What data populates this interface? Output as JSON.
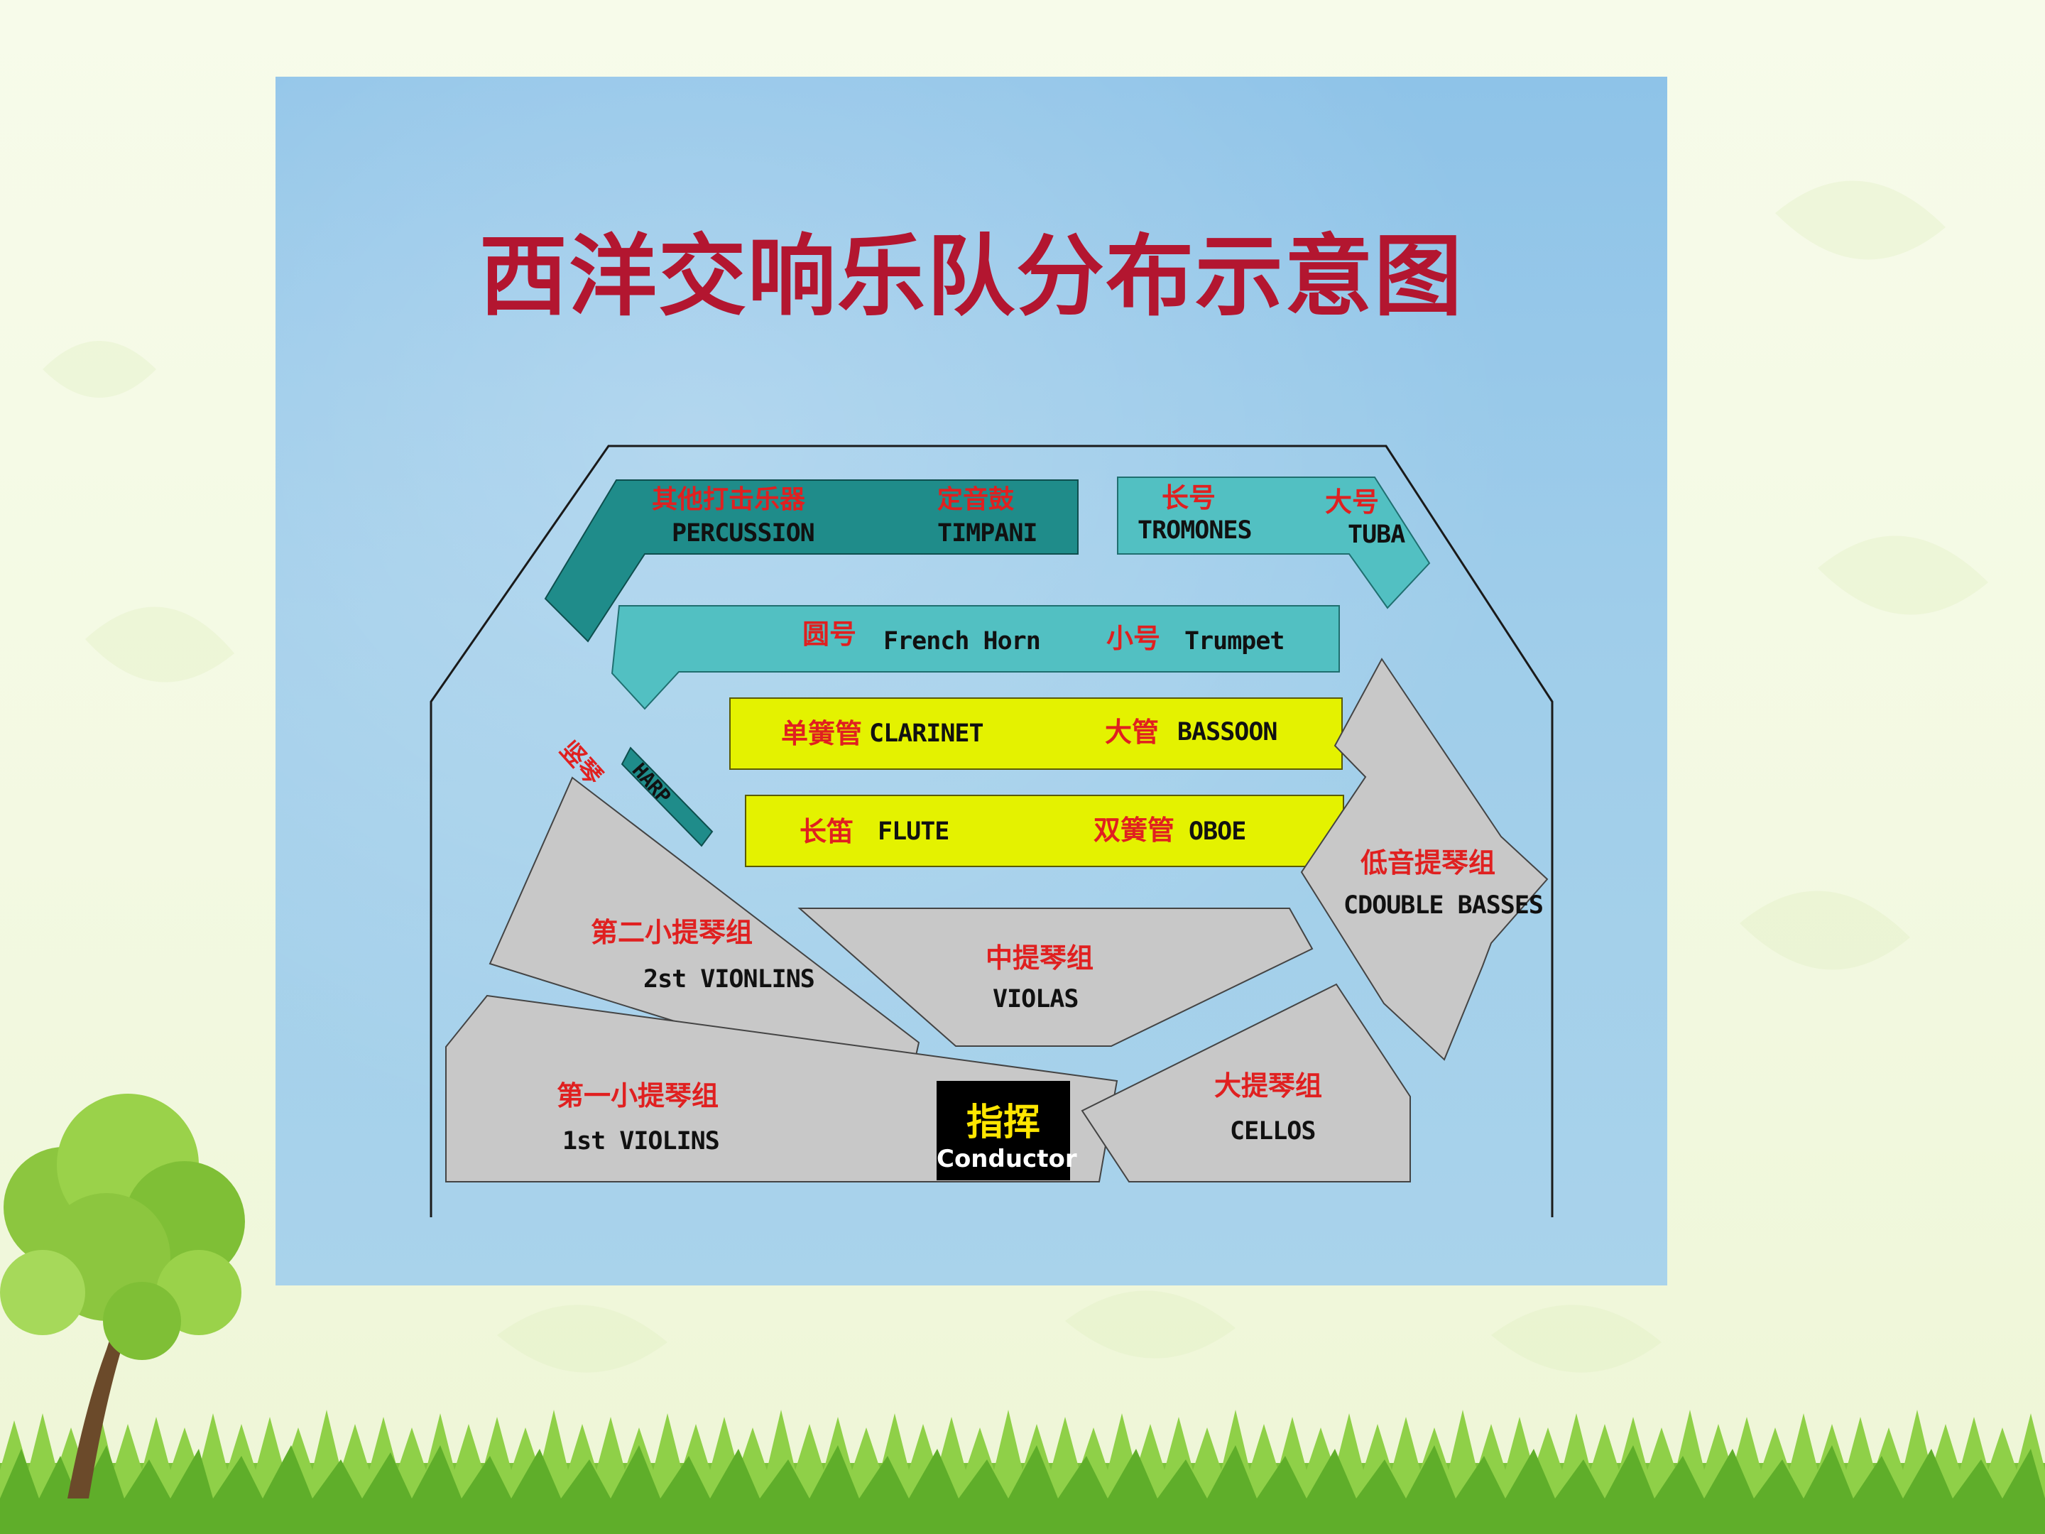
{
  "title": "西洋交响乐队分布示意图",
  "colors": {
    "title": "#b31630",
    "label_cn": "#e02020",
    "percussion_section": "#1f8c8a",
    "brass_section": "#52c0c2",
    "woodwind_section": "#e4f200",
    "string_section": "#c8c8c8",
    "conductor_box": "#000000",
    "conductor_cn": "#ffe600",
    "panel_sky": "#9fcdea"
  },
  "sections": {
    "percussion": {
      "cn": "其他打击乐器",
      "en": "PERCUSSION"
    },
    "timpani": {
      "cn": "定音鼓",
      "en": "TIMPANI"
    },
    "trombones": {
      "cn": "长号",
      "en": "TROMONES"
    },
    "tuba": {
      "cn": "大号",
      "en": "TUBA"
    },
    "french_horn": {
      "cn": "圆号",
      "en": "French Horn"
    },
    "trumpet": {
      "cn": "小号",
      "en": "Trumpet"
    },
    "clarinet": {
      "cn": "单簧管",
      "en": "CLARINET"
    },
    "bassoon": {
      "cn": "大管",
      "en": "BASSOON"
    },
    "flute": {
      "cn": "长笛",
      "en": "FLUTE"
    },
    "oboe": {
      "cn": "双簧管",
      "en": "OBOE"
    },
    "harp": {
      "cn": "竖琴",
      "en": "HARP"
    },
    "second_violins": {
      "cn": "第二小提琴组",
      "en": "2st VIONLINS"
    },
    "first_violins": {
      "cn": "第一小提琴组",
      "en": "1st VIOLINS"
    },
    "violas": {
      "cn": "中提琴组",
      "en": "VIOLAS"
    },
    "cellos": {
      "cn": "大提琴组",
      "en": "CELLOS"
    },
    "double_basses": {
      "cn": "低音提琴组",
      "en": "CDOUBLE BASSES"
    },
    "conductor": {
      "cn": "指挥",
      "en": "Conductor"
    }
  }
}
